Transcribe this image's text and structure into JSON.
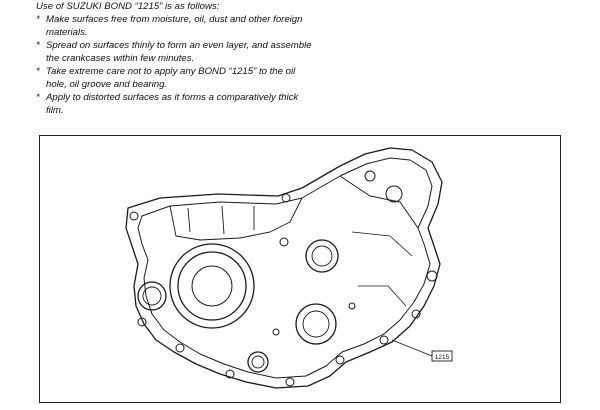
{
  "instructions": {
    "intro": "Use of SUZUKI BOND “1215” is as follows:",
    "bullets": [
      {
        "line1": "Make surfaces free from moisture, oil, dust and other foreign",
        "line2": "materials."
      },
      {
        "line1": "Spread on surfaces thinly to form an even layer, and assemble",
        "line2": "the crankcases within few minutes."
      },
      {
        "line1": "Take extreme care not to apply any BOND “1215” to the oil",
        "line2": "hole, oil groove and bearing."
      },
      {
        "line1": "Apply to distorted surfaces as it forms a comparatively thick",
        "line2": "film."
      }
    ],
    "bullet_mark": "*"
  },
  "figure": {
    "callout_label": "1215"
  }
}
